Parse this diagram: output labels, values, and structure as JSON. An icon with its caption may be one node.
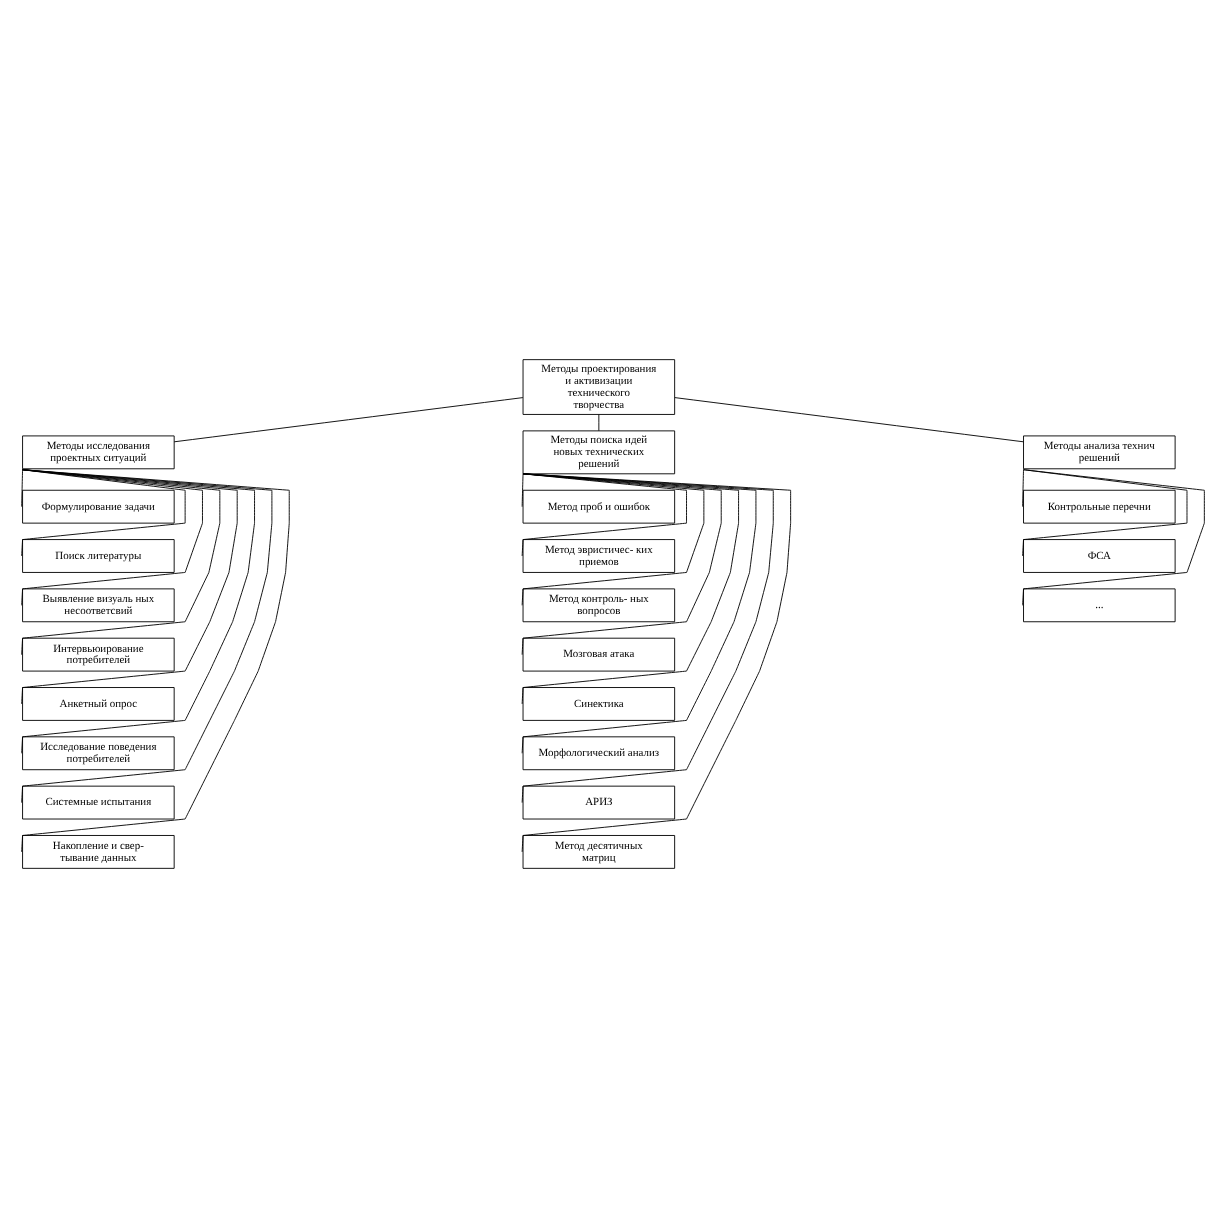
{
  "diagram": {
    "nodes": [
      {
        "text": [
          "Методы проектирования и активизации технического творчества"
        ]
      },
      {
        "text": [
          "Методы исследования проектных ситуаций"
        ]
      },
      {
        "text": [
          "Методы поиска идей новых технических решений"
        ]
      },
      {
        "text": [
          "Методы анализа технич решений"
        ]
      },
      {
        "text": [
          "Формулирование задачи"
        ]
      },
      {
        "text": [
          "Поиск литературы"
        ]
      },
      {
        "text": [
          "Выявление визуаль ных несоответсвий"
        ]
      },
      {
        "text": [
          "Интервьюирование потребителей"
        ]
      },
      {
        "text": [
          "Анкетный опрос"
        ]
      },
      {
        "text": [
          "Исследование поведения потребителей"
        ]
      },
      {
        "text": [
          "Системные испытания"
        ]
      },
      {
        "text": [
          "Накопление и свер- тывание данных"
        ]
      },
      {
        "text": [
          "Метод проб и ошибок"
        ]
      },
      {
        "text": [
          "Метод эвристичес- ких приемов"
        ]
      },
      {
        "text": [
          "Метод контроль- ных вопросов"
        ]
      },
      {
        "text": [
          "Мозговая атака"
        ]
      },
      {
        "text": [
          "Синектика"
        ]
      },
      {
        "text": [
          "Морфологический анализ"
        ]
      },
      {
        "text": [
          "АРИЗ"
        ]
      },
      {
        "text": [
          "Метод десятичных матриц"
        ]
      },
      {
        "text": [
          "Контрольные перечни"
        ]
      },
      {
        "text": [
          "ФСА"
        ]
      },
      {
        "text": [
          "..."
        ]
      }
    ],
    "edges": [
      {
        "from": 0,
        "to": 1,
        "arrow": "none"
      },
      {
        "from": 0,
        "to": 2,
        "arrow": "none"
      },
      {
        "from": 0,
        "to": 3,
        "arrow": "none"
      },
      {
        "from": 1,
        "to": 4,
        "arrow": "none"
      },
      {
        "from": 1,
        "to": 5,
        "arrow": "none"
      },
      {
        "from": 1,
        "to": 6,
        "arrow": "none"
      },
      {
        "from": 1,
        "to": 7,
        "arrow": "none"
      },
      {
        "from": 1,
        "to": 8,
        "arrow": "none"
      },
      {
        "from": 1,
        "to": 9,
        "arrow": "none"
      },
      {
        "from": 1,
        "to": 10,
        "arrow": "none"
      },
      {
        "from": 1,
        "to": 11,
        "arrow": "none"
      },
      {
        "from": 2,
        "to": 12,
        "arrow": "none"
      },
      {
        "from": 2,
        "to": 13,
        "arrow": "none"
      },
      {
        "from": 2,
        "to": 14,
        "arrow": "none"
      },
      {
        "from": 2,
        "to": 15,
        "arrow": "none"
      },
      {
        "from": 2,
        "to": 16,
        "arrow": "none"
      },
      {
        "from": 2,
        "to": 17,
        "arrow": "none"
      },
      {
        "from": 2,
        "to": 18,
        "arrow": "none"
      },
      {
        "from": 2,
        "to": 19,
        "arrow": "none"
      },
      {
        "from": 3,
        "to": 20,
        "arrow": "none"
      },
      {
        "from": 3,
        "to": 21,
        "arrow": "none"
      },
      {
        "from": 3,
        "to": 22,
        "arrow": "none"
      }
    ]
  }
}
